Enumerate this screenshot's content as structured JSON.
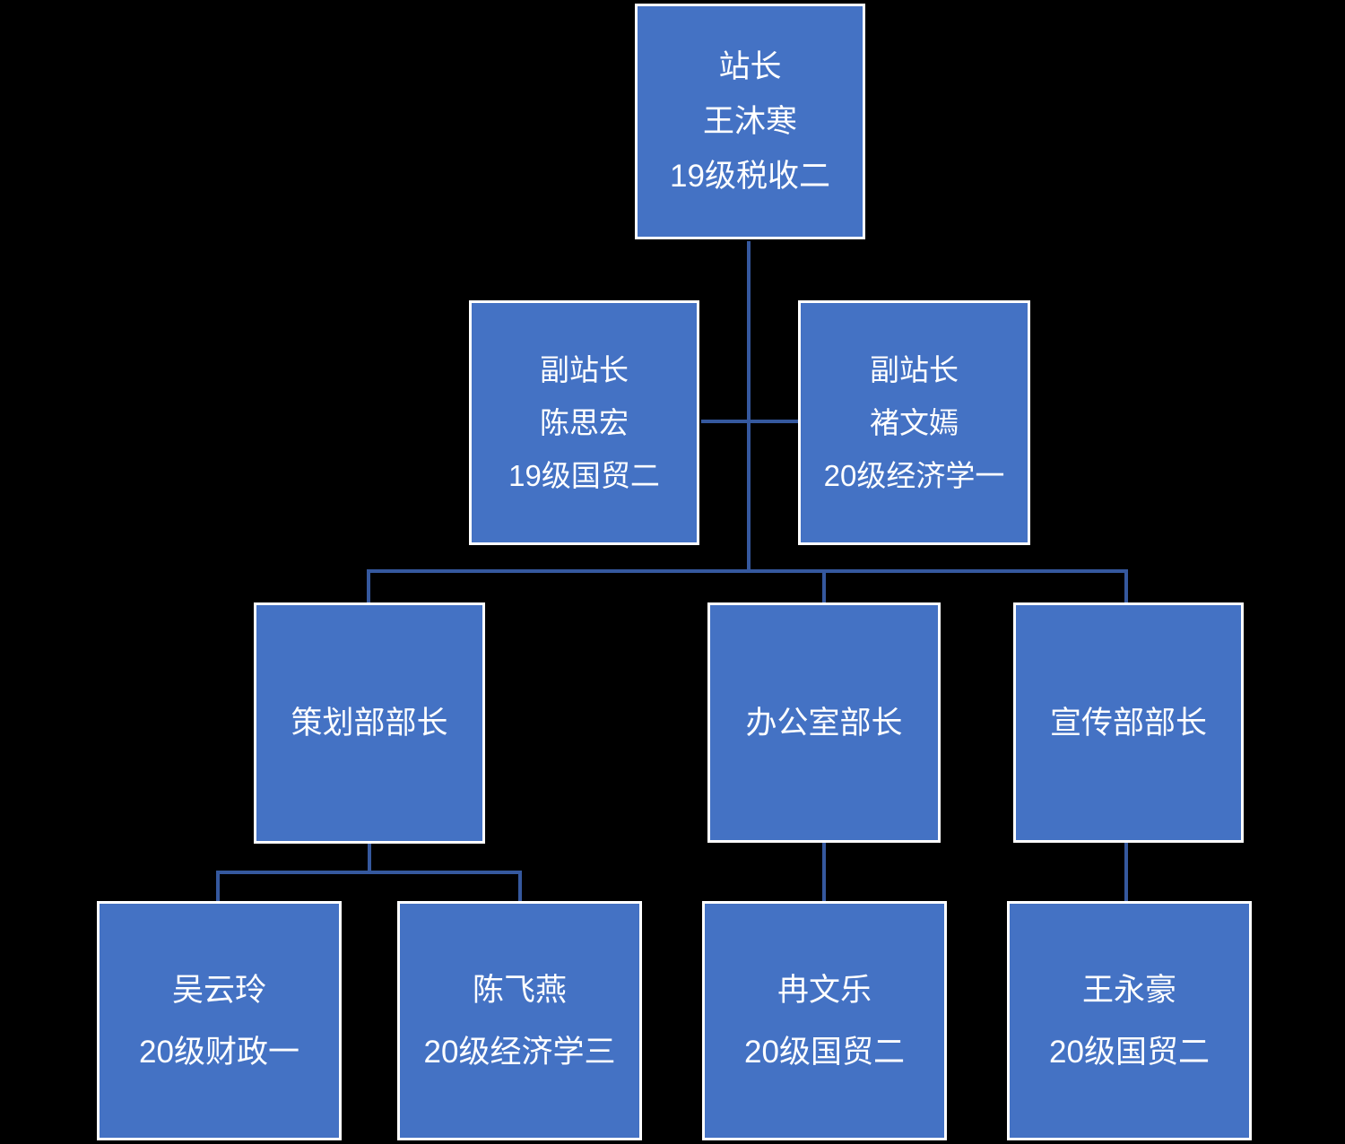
{
  "diagram": {
    "type": "org-chart",
    "background": "#000000",
    "theme": {
      "box_fill": "#4472C4",
      "box_border": "#FFFFFF",
      "text_color": "#FFFFFF",
      "line_color": "#35589E"
    },
    "chief": {
      "role": "站长",
      "name": "王沐寒",
      "class": "19级税收二"
    },
    "vices": [
      {
        "role": "副站长",
        "name": "陈思宏",
        "class": "19级国贸二"
      },
      {
        "role": "副站长",
        "name": "褚文嫣",
        "class": "20级经济学一"
      }
    ],
    "departments": [
      {
        "title": "策划部部长"
      },
      {
        "title": "办公室部长"
      },
      {
        "title": "宣传部部长"
      }
    ],
    "members": [
      {
        "name": "吴云玲",
        "class": "20级财政一"
      },
      {
        "name": "陈飞燕",
        "class": "20级经济学三"
      },
      {
        "name": "冉文乐",
        "class": "20级国贸二"
      },
      {
        "name": "王永豪",
        "class": "20级国贸二"
      }
    ]
  }
}
